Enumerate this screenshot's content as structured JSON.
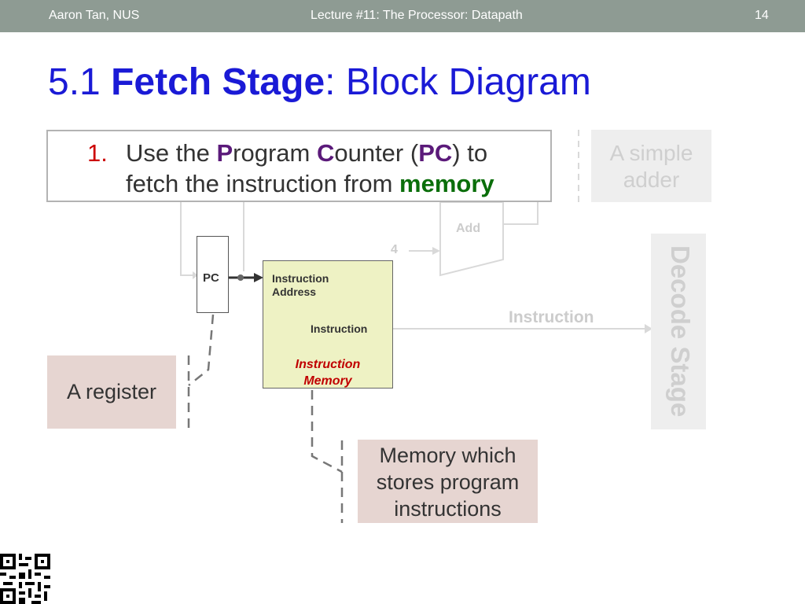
{
  "header": {
    "author": "Aaron Tan, NUS",
    "lecture": "Lecture #11: The Processor: Datapath",
    "page": "14"
  },
  "title": {
    "number": "5.1",
    "bold": "Fetch Stage",
    "rest": ": Block Diagram"
  },
  "callout_main": {
    "number": "1.",
    "line1_a": "Use the ",
    "line1_p": "P",
    "line1_b": "rogram ",
    "line1_c": "C",
    "line1_d": "ounter (",
    "line1_pc": "PC",
    "line1_e": ") to",
    "line2_a": "fetch the instruction from ",
    "line2_mem": "memory"
  },
  "callout_adder": {
    "line1": "A simple",
    "line2": "adder"
  },
  "decode_stage": "Decode Stage",
  "diagram": {
    "pc_label": "PC",
    "imem_addr_line1": "Instruction",
    "imem_addr_line2": "Address",
    "imem_instr": "Instruction",
    "imem_name_line1": "Instruction",
    "imem_name_line2": "Memory",
    "add_label": "Add",
    "four_label": "4",
    "instruction_wire_label": "Instruction"
  },
  "callout_register": "A register",
  "callout_memory": {
    "line1": "Memory which",
    "line2": "stores program",
    "line3": "instructions"
  },
  "colors": {
    "header_bg": "#8e9b93",
    "title": "#1a1ad6",
    "callout_bg": "#e6d5d1",
    "imem_bg": "#eef2c4",
    "imem_name": "#c00000"
  },
  "icons": {
    "qr": "qr-code-icon"
  }
}
